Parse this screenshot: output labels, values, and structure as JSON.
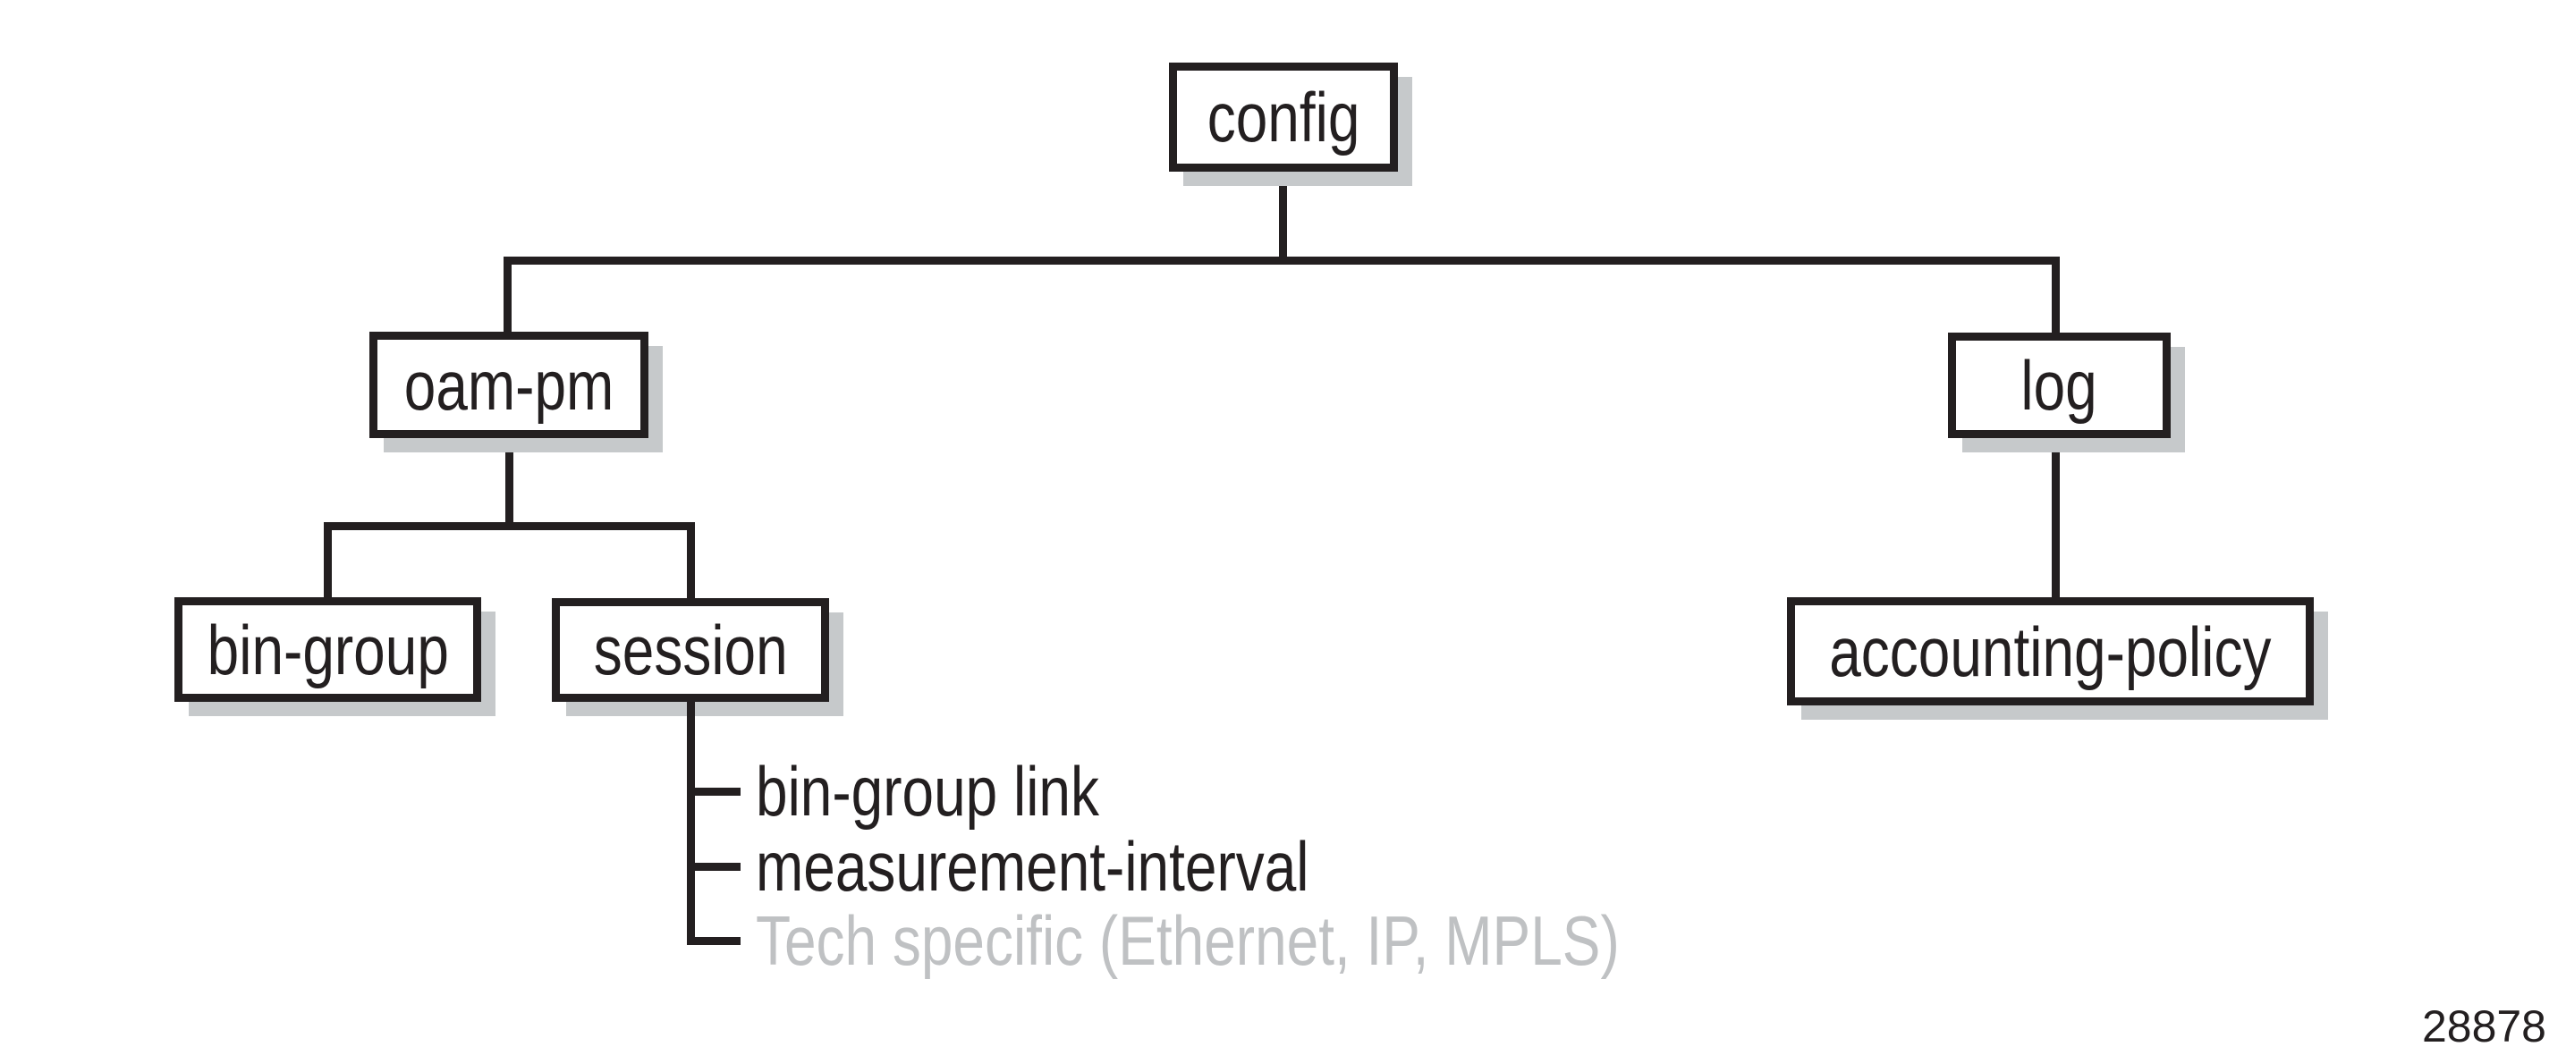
{
  "figure": {
    "number": "28878"
  },
  "nodes": {
    "config": {
      "label": "config"
    },
    "oam_pm": {
      "label": "oam-pm"
    },
    "log": {
      "label": "log"
    },
    "bin_group": {
      "label": "bin-group"
    },
    "session": {
      "label": "session"
    },
    "accounting_policy": {
      "label": "accounting-policy"
    }
  },
  "edges": [
    {
      "from": "config",
      "to": "oam-pm"
    },
    {
      "from": "config",
      "to": "log"
    },
    {
      "from": "oam-pm",
      "to": "bin-group"
    },
    {
      "from": "oam-pm",
      "to": "session"
    },
    {
      "from": "log",
      "to": "accounting-policy"
    },
    {
      "from": "session",
      "to": "bin-group link"
    },
    {
      "from": "session",
      "to": "measurement-interval"
    },
    {
      "from": "session",
      "to": "Tech specific (Ethernet, IP, MPLS)"
    }
  ],
  "session_items": [
    {
      "label": "bin-group link",
      "emphasis": "normal"
    },
    {
      "label": "measurement-interval",
      "emphasis": "normal"
    },
    {
      "label": "Tech specific (Ethernet, IP, MPLS)",
      "emphasis": "muted"
    }
  ],
  "colors": {
    "line": "#231f20",
    "box_fill": "#ffffff",
    "box_shadow": "#c6c9cb",
    "muted_text": "#bfc1c3",
    "background": "#ffffff"
  }
}
